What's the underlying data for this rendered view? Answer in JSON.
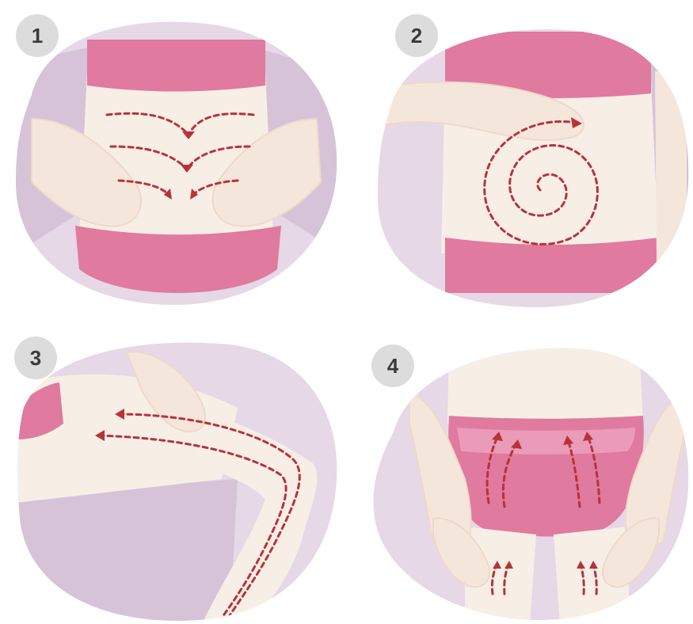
{
  "steps": [
    {
      "number": "1",
      "motion": "side-to-center-strokes"
    },
    {
      "number": "2",
      "motion": "clockwise-spiral"
    },
    {
      "number": "3",
      "motion": "leg-to-hip-strokes"
    },
    {
      "number": "4",
      "motion": "upward-strokes"
    }
  ],
  "colors": {
    "backdrop": "#e6d8e6",
    "backdrop_dark": "#d6c3d8",
    "skin": "#f5e6dc",
    "skin_shadow": "#efd8ca",
    "belly": "#f7efe6",
    "clothing_pink": "#e07a9e",
    "clothing_pink_light": "#ea9bb7",
    "arrow": "#b8323a",
    "badge": "#dcdcdc",
    "badge_text": "#3a3a3a"
  }
}
